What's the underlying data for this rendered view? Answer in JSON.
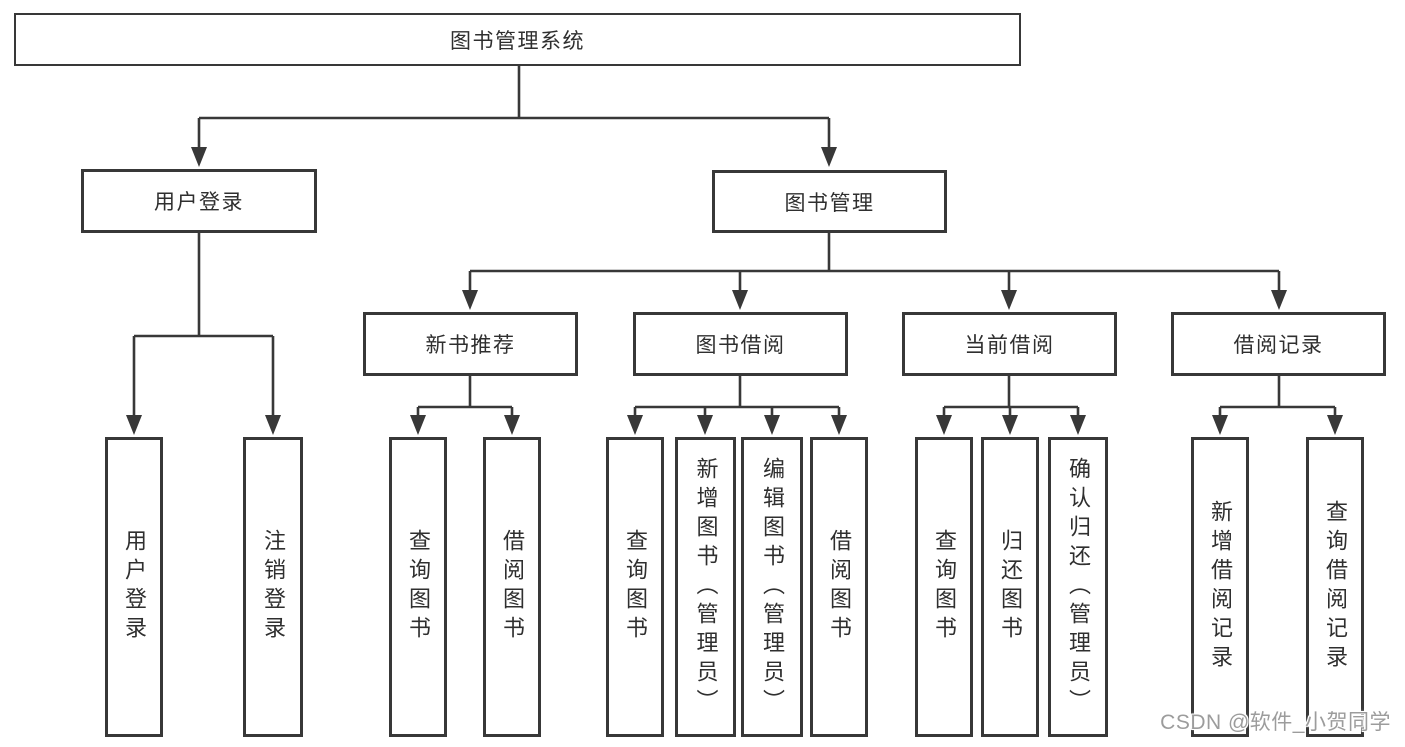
{
  "diagram_title": "图书管理系统",
  "nodes": {
    "root": "图书管理系统",
    "user_login": "用户登录",
    "book_mgmt": "图书管理",
    "new_rec": "新书推荐",
    "borrow": "图书借阅",
    "current": "当前借阅",
    "records": "借阅记录",
    "ul_login": "用户登录",
    "ul_logout": "注销登录",
    "nr_query": "查询图书",
    "nr_borrow": "借阅图书",
    "bb_query": "查询图书",
    "bb_add": "新增图书（管理员）",
    "bb_edit": "编辑图书（管理员）",
    "bb_borrow": "借阅图书",
    "cb_query": "查询图书",
    "cb_return": "归还图书",
    "cb_confirm": "确认归还（管理员）",
    "br_add": "新增借阅记录",
    "br_query": "查询借阅记录"
  },
  "hierarchy": {
    "root": "图书管理系统",
    "children": [
      {
        "label": "用户登录",
        "children": [
          "用户登录",
          "注销登录"
        ]
      },
      {
        "label": "图书管理",
        "children": [
          {
            "label": "新书推荐",
            "children": [
              "查询图书",
              "借阅图书"
            ]
          },
          {
            "label": "图书借阅",
            "children": [
              "查询图书",
              "新增图书（管理员）",
              "编辑图书（管理员）",
              "借阅图书"
            ]
          },
          {
            "label": "当前借阅",
            "children": [
              "查询图书",
              "归还图书",
              "确认归还（管理员）"
            ]
          },
          {
            "label": "借阅记录",
            "children": [
              "新增借阅记录",
              "查询借阅记录"
            ]
          }
        ]
      }
    ]
  },
  "watermark": {
    "text": "CSDN @软件_小贺同学",
    "color": "#9c9c9c"
  },
  "colors": {
    "line": "#383838",
    "box_border": "#383838",
    "box_background": "#ffffff",
    "text": "#2f2f2f",
    "page_background": "#ffffff"
  }
}
